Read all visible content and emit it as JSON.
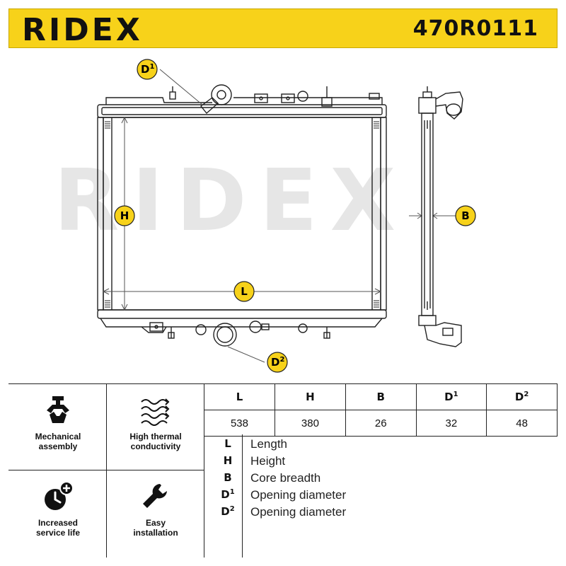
{
  "header": {
    "brand": "RIDEX",
    "part_number": "470R0111"
  },
  "watermark": "RIDEX",
  "callouts": {
    "d1": {
      "letter": "D",
      "sup": "1"
    },
    "d2": {
      "letter": "D",
      "sup": "2"
    },
    "h": "H",
    "l": "L",
    "b": "B"
  },
  "features": [
    {
      "icon": "mechanical-assembly-icon",
      "label_line1": "Mechanical",
      "label_line2": "assembly"
    },
    {
      "icon": "thermal-conductivity-icon",
      "label_line1": "High thermal",
      "label_line2": "conductivity"
    },
    {
      "icon": "service-life-icon",
      "label_line1": "Increased",
      "label_line2": "service life"
    },
    {
      "icon": "wrench-icon",
      "label_line1": "Easy",
      "label_line2": "installation"
    }
  ],
  "spec_table": {
    "headers": [
      {
        "letter": "L",
        "sup": ""
      },
      {
        "letter": "H",
        "sup": ""
      },
      {
        "letter": "B",
        "sup": ""
      },
      {
        "letter": "D",
        "sup": "1"
      },
      {
        "letter": "D",
        "sup": "2"
      }
    ],
    "values": [
      "538",
      "380",
      "26",
      "32",
      "48"
    ]
  },
  "legend": [
    {
      "key": "L",
      "sup": "",
      "text": "Length"
    },
    {
      "key": "H",
      "sup": "",
      "text": "Height"
    },
    {
      "key": "B",
      "sup": "",
      "text": "Core breadth"
    },
    {
      "key": "D",
      "sup": "1",
      "text": "Opening diameter"
    },
    {
      "key": "D",
      "sup": "2",
      "text": "Opening diameter"
    }
  ],
  "colors": {
    "brand_yellow": "#f7d21a",
    "outline": "#222222",
    "watermark": "#e6e6e6"
  }
}
